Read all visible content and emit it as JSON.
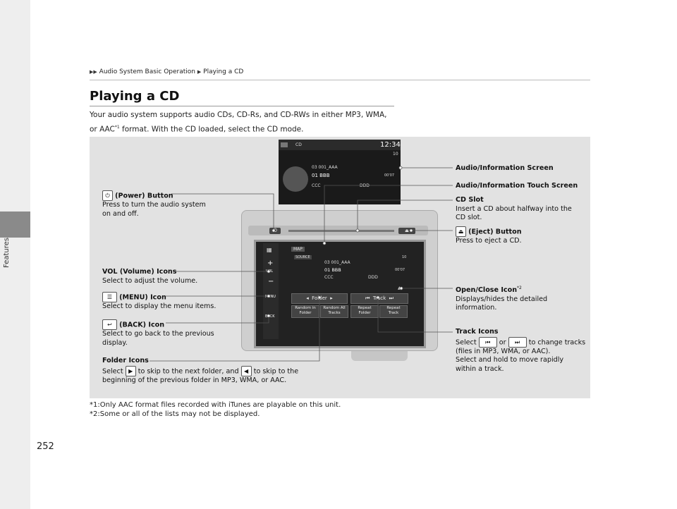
{
  "breadcrumb": {
    "part1": "Audio System Basic Operation",
    "part2": "Playing a CD"
  },
  "side_label": "Features",
  "title": "Playing a CD",
  "intro": {
    "line1": "Your audio system supports audio CDs, CD-Rs, and CD-RWs in either MP3, WMA,",
    "line2a": "or AAC",
    "line2sup": "*1",
    "line2b": " format. With the CD loaded, select the CD mode."
  },
  "screen_top": {
    "mode": "CD",
    "clock": "12:34",
    "vol": "10",
    "track1": "03  001_AAA",
    "track2": "01  BBB",
    "time": "00'07",
    "track3": "CCC",
    "track4": "DDD"
  },
  "screen_touch": {
    "map": "MAP",
    "source": "SOURCE",
    "vol": "10",
    "track1": "03  001_AAA",
    "track2": "01  BBB",
    "time": "00'07",
    "track3": "CCC",
    "track4": "DDD",
    "folder": "Folder",
    "track": "Track",
    "b1a": "Random in",
    "b1b": "Folder",
    "b2a": "Random All",
    "b2b": "Tracks",
    "b3a": "Repeat",
    "b3b": "Folder",
    "b4a": "Repeat",
    "b4b": "Track",
    "vol_label": "VOL",
    "menu_label": "MENU",
    "back_label": "BACK",
    "home_label": "HOME"
  },
  "callouts": {
    "audio_info_screen": "Audio/Information Screen",
    "audio_info_touch": "Audio/Information Touch Screen",
    "cd_slot_title": "CD Slot",
    "cd_slot_desc1": "Insert a CD about halfway into the",
    "cd_slot_desc2": "CD slot.",
    "eject_title": "(Eject) Button",
    "eject_desc": "Press to eject a CD.",
    "power_title": "(Power) Button",
    "power_desc1": "Press to turn the audio system",
    "power_desc2": "on and off.",
    "vol_title": "VOL (Volume) Icons",
    "vol_desc": "Select to adjust the volume.",
    "menu_title": "(MENU) Icon",
    "menu_desc": "Select to display the menu items.",
    "back_title": "(BACK) Icon",
    "back_desc1": "Select to go back to the previous",
    "back_desc2": "display.",
    "openclose_title": "Open/Close Icon",
    "openclose_sup": "*2",
    "openclose_desc1": "Displays/hides the detailed",
    "openclose_desc2": "information.",
    "track_title": "Track Icons",
    "track_desc1a": "Select",
    "track_desc1b": "or",
    "track_desc1c": "to change tracks",
    "track_desc2": "(files in MP3, WMA, or AAC).",
    "track_desc3": "Select and hold to move rapidly",
    "track_desc4": "within a track.",
    "folder_title": "Folder Icons",
    "folder_desc1a": "Select",
    "folder_desc1b": "to skip to the next folder, and",
    "folder_desc1c": "to skip to the",
    "folder_desc2": "beginning of the previous folder in MP3, WMA, or AAC."
  },
  "footnotes": {
    "n1": "*1:Only AAC format files recorded with iTunes are playable on this unit.",
    "n2": "*2:Some or all of the lists may not be displayed."
  },
  "page_number": "252"
}
